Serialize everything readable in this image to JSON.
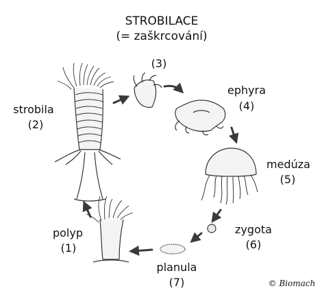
{
  "title": "STROBILACE",
  "subtitle": "(= zaškrcování)",
  "stages": {
    "ephyra_fragment": {
      "number": "(3)"
    },
    "strobila": {
      "name": "strobila",
      "number": "(2)"
    },
    "ephyra": {
      "name": "ephyra",
      "number": "(4)"
    },
    "meduza": {
      "name": "medúza",
      "number": "(5)"
    },
    "zygota": {
      "name": "zygota",
      "number": "(6)"
    },
    "planula": {
      "name": "planula",
      "number": "(7)"
    },
    "polyp": {
      "name": "polyp",
      "number": "(1)"
    }
  },
  "credit": "© Biomach"
}
